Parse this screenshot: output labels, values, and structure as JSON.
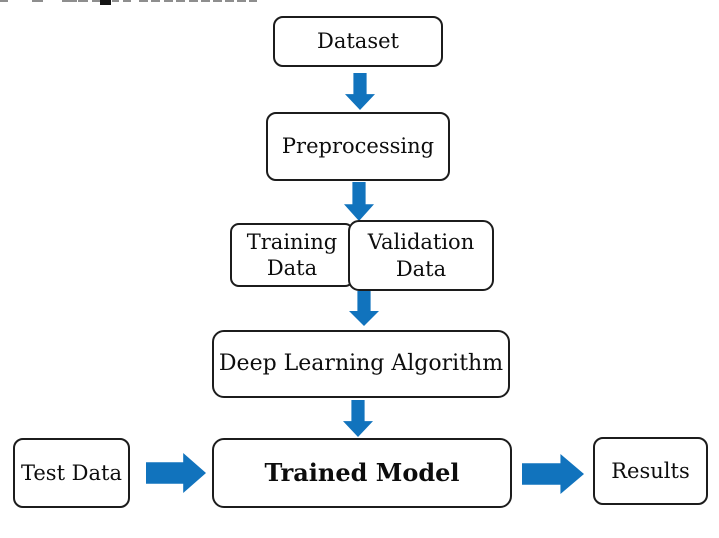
{
  "diagram": {
    "type": "flowchart",
    "background_color": "#ffffff",
    "arrow_color": "#1173BD",
    "border_color": "#1c1c1c",
    "nodes": {
      "dataset": {
        "label": "Dataset"
      },
      "preprocessing": {
        "label": "Preprocessing"
      },
      "training_data": {
        "label": "Training Data"
      },
      "validation_data": {
        "label": "Validation Data"
      },
      "deep_learning_algorithm": {
        "label": "Deep Learning Algorithm"
      },
      "test_data": {
        "label": "Test Data"
      },
      "trained_model": {
        "label": "Trained Model",
        "emphasis": "bold"
      },
      "results": {
        "label": "Results"
      }
    },
    "edges": [
      {
        "from": "dataset",
        "to": "preprocessing",
        "direction": "down"
      },
      {
        "from": "preprocessing",
        "to": "training_data_validation_data",
        "direction": "down"
      },
      {
        "from": "validation_data",
        "to": "deep_learning_algorithm",
        "direction": "down"
      },
      {
        "from": "deep_learning_algorithm",
        "to": "trained_model",
        "direction": "down"
      },
      {
        "from": "test_data",
        "to": "trained_model",
        "direction": "right"
      },
      {
        "from": "trained_model",
        "to": "results",
        "direction": "right"
      }
    ]
  }
}
